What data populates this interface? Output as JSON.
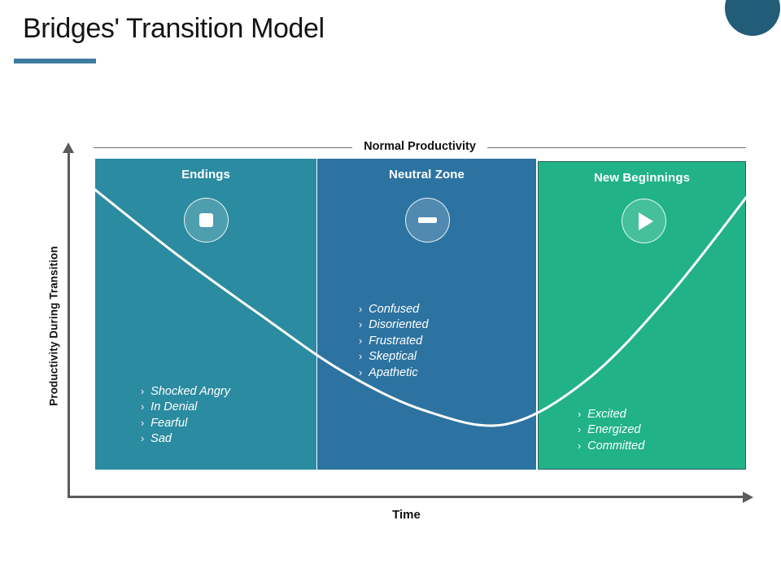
{
  "slide": {
    "title": "Bridges' Transition Model",
    "accent_color": "#3d7ea0",
    "corner_circle_color": "#215c78",
    "background_color": "#ffffff"
  },
  "chart_data": {
    "type": "line",
    "title": "Bridges' Transition Model",
    "xlabel": "Time",
    "ylabel": "Productivity During Transition",
    "baseline_label": "Normal Productivity",
    "grid": false,
    "legend": "none",
    "axis_arrows": true,
    "series": [
      {
        "name": "Productivity During Transition",
        "color": "#ffffff",
        "shape": "u-curve",
        "x": [
          0,
          0.125,
          0.25,
          0.375,
          0.5,
          0.625,
          0.75,
          0.875,
          1.0
        ],
        "y": [
          0.97,
          0.74,
          0.53,
          0.33,
          0.19,
          0.14,
          0.3,
          0.6,
          0.97
        ]
      }
    ],
    "stages": [
      {
        "key": "endings",
        "label": "Endings",
        "color": "#2b8ba0",
        "icon": "stop-icon",
        "items": [
          "Shocked Angry",
          "In Denial",
          "Fearful",
          "Sad"
        ]
      },
      {
        "key": "neutral-zone",
        "label": "Neutral Zone",
        "color": "#2d73a1",
        "icon": "pause-icon",
        "items": [
          "Confused",
          "Disoriented",
          "Frustrated",
          "Skeptical",
          "Apathetic"
        ]
      },
      {
        "key": "new-beginnings",
        "label": "New Beginnings",
        "color": "#21b287",
        "icon": "play-icon",
        "items": [
          "Excited",
          "Energized",
          "Committed"
        ]
      }
    ]
  },
  "bullet_marker": "›"
}
